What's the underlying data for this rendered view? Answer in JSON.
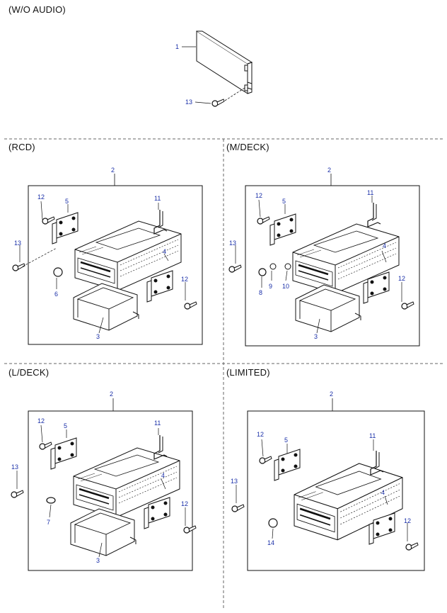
{
  "sections": {
    "wo_audio": {
      "title": "(W/O AUDIO)",
      "callouts": [
        "1",
        "13"
      ]
    },
    "rcd": {
      "title": "(RCD)",
      "callouts": [
        "2",
        "12",
        "5",
        "11",
        "13",
        "4",
        "12",
        "6",
        "3"
      ]
    },
    "mdeck": {
      "title": "(M/DECK)",
      "callouts": [
        "2",
        "12",
        "5",
        "11",
        "13",
        "4",
        "12",
        "8",
        "9",
        "10",
        "3"
      ]
    },
    "ldeck": {
      "title": "(L/DECK)",
      "callouts": [
        "2",
        "12",
        "5",
        "11",
        "13",
        "4",
        "12",
        "7",
        "3"
      ]
    },
    "limited": {
      "title": "(LIMITED)",
      "callouts": [
        "2",
        "12",
        "5",
        "11",
        "13",
        "4",
        "12",
        "14"
      ]
    }
  },
  "colors": {
    "line": "#111111",
    "callout": "#1a2fa8",
    "divider": "#666666"
  }
}
